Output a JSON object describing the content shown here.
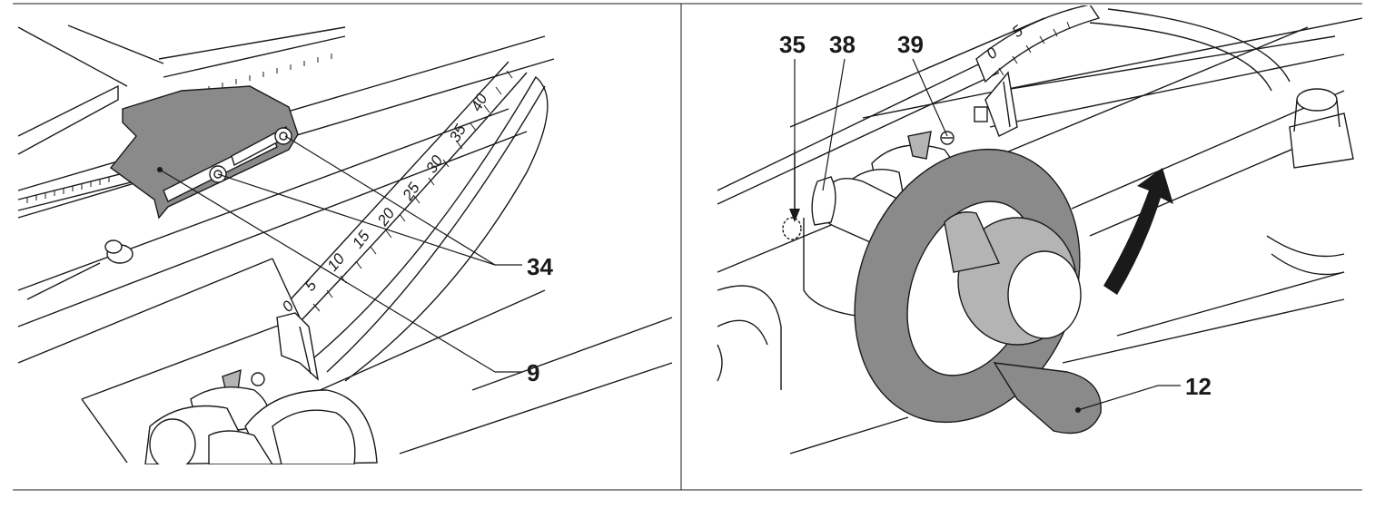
{
  "figure": {
    "left_panel": {
      "callouts": {
        "c34": "34",
        "c9": "9"
      },
      "scale_ticks": [
        "0",
        "5",
        "10",
        "15",
        "20",
        "25",
        "30",
        "35",
        "40"
      ]
    },
    "right_panel": {
      "callouts": {
        "c35": "35",
        "c38": "38",
        "c39": "39",
        "c12": "12"
      },
      "scale_ticks": [
        "0",
        "5"
      ]
    }
  }
}
